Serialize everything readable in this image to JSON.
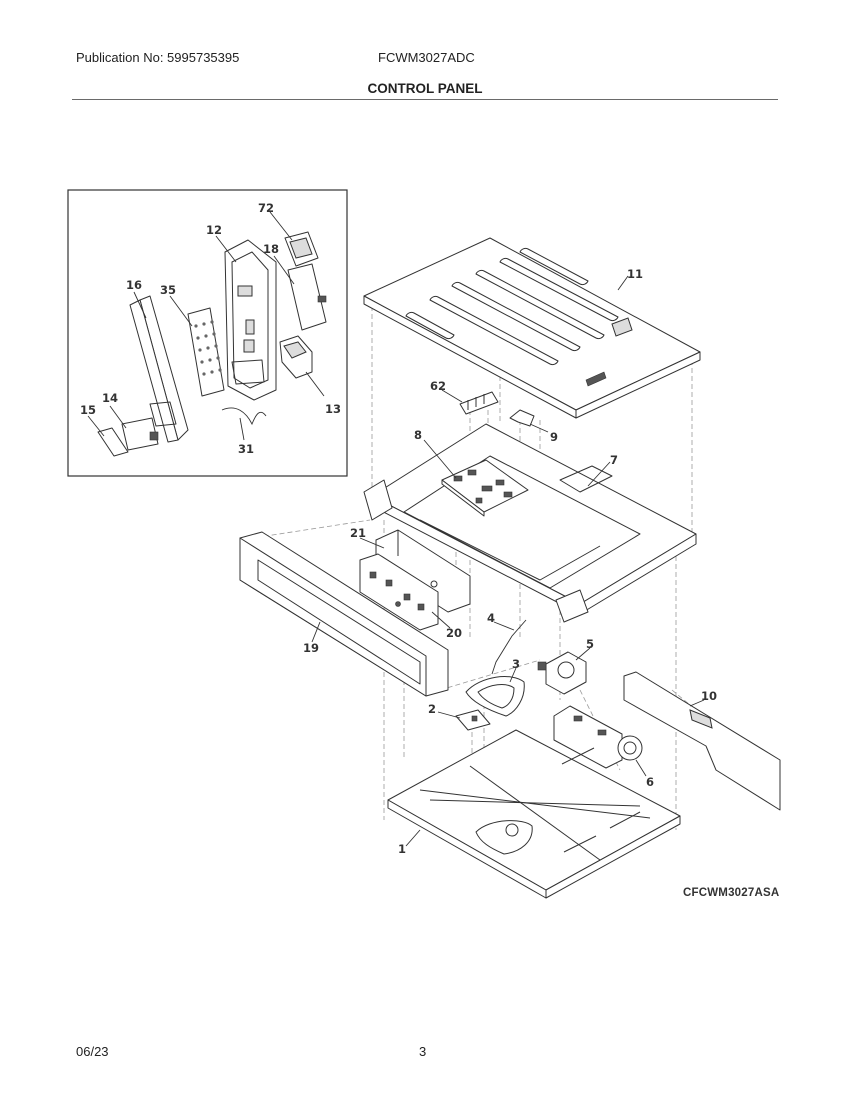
{
  "header": {
    "publication": "Publication No: 5995735395",
    "model": "FCWM3027ADC",
    "title": "CONTROL PANEL"
  },
  "diagram_code": "CFCWM3027ASA",
  "footer": {
    "date": "06/23",
    "page": "3"
  },
  "callouts": [
    "72",
    "12",
    "18",
    "16",
    "35",
    "14",
    "15",
    "13",
    "31",
    "11",
    "62",
    "9",
    "8",
    "7",
    "21",
    "20",
    "19",
    "4",
    "5",
    "3",
    "10",
    "2",
    "6",
    "1"
  ]
}
